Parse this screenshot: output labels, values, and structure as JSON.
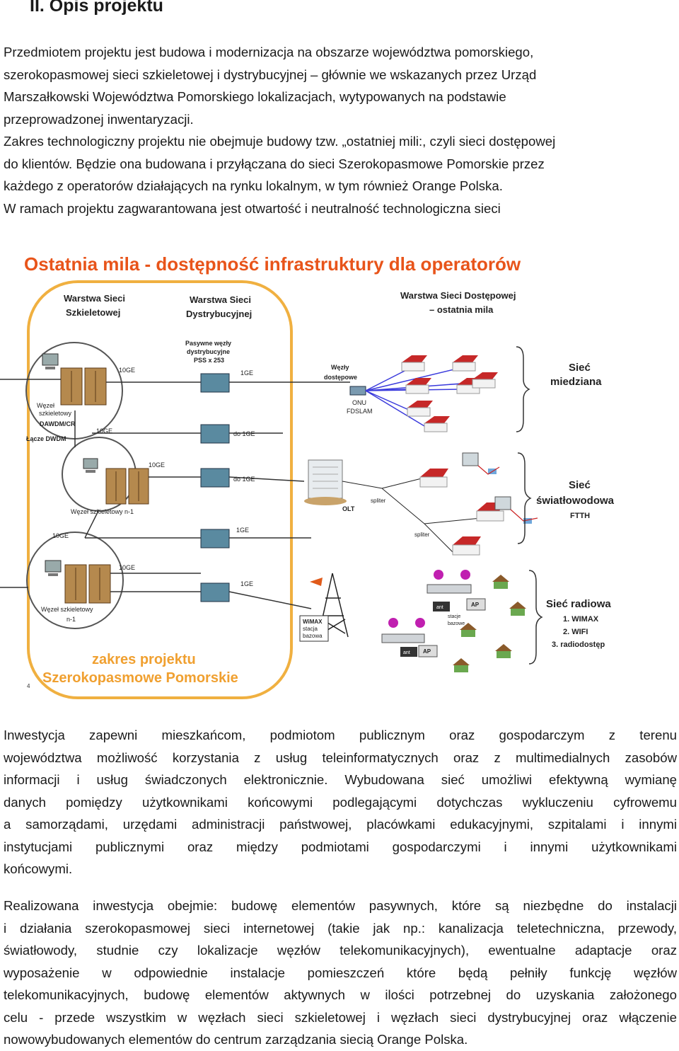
{
  "section": {
    "heading": "II.  Opis projektu"
  },
  "intro": {
    "l1": "Przedmiotem projektu jest budowa i modernizacja na obszarze województwa pomorskiego,",
    "l2": "szerokopasmowej sieci szkieletowej i dystrybucyjnej – głównie we wskazanych przez Urząd",
    "l3": "Marszałkowski Województwa Pomorskiego lokalizacjach, wytypowanych na podstawie",
    "l4": "przeprowadzonej inwentaryzacji.",
    "l5": "Zakres technologiczny projektu nie obejmuje budowy tzw. „ostatniej mili:, czyli sieci dostępowej",
    "l6": "do klientów. Będzie ona budowana i przyłączana do sieci Szerokopasmowe Pomorskie przez",
    "l7": "każdego z operatorów działających na rynku lokalnym, w tym również Orange Polska.",
    "l8": "W ramach projektu zagwarantowana jest otwartość i neutralność technologiczna sieci"
  },
  "diagram": {
    "title": "Ostatnia mila - dostępność infrastruktury  dla operatorów",
    "layer_backbone_1": "Warstwa Sieci",
    "layer_backbone_2": "Szkieletowej",
    "layer_distribution_1": "Warstwa Sieci",
    "layer_distribution_2": "Dystrybucyjnej",
    "layer_access_1": "Warstwa Sieci Dostępowej",
    "layer_access_2": "– ostatnia mila",
    "passive_nodes_1": "Pasywne węzły",
    "passive_nodes_2": "dystrybucyjne",
    "passive_nodes_3": "PSS x 253",
    "access_nodes_1": "Węzły",
    "access_nodes_2": "dostępowe",
    "onu_1": "ONU",
    "onu_2": "FDSLAM",
    "backbone_node_1": "Węzeł",
    "backbone_node_2": "szkieletowy",
    "backbone_node_3": "DAWDM/CR",
    "backbone_node_4": "Łącze DWDM",
    "backbone_node_b": "Węzeł szkieletowy n-1",
    "backbone_node_c_1": "Węzeł szkieletowy",
    "backbone_node_c_2": "n-1",
    "l_10ge": "10GE",
    "l_1ge": "1GE",
    "l_do1ge": "do 1GE",
    "olt": "OLT",
    "splitter": "spliter",
    "wimax_1": "WiMAX",
    "wimax_2": "stacja",
    "wimax_3": "bazowa",
    "ap": "AP",
    "ant": "ant",
    "radio_label_1": "stacje",
    "radio_label_2": "bazowe",
    "copper_1": "Sieć",
    "copper_2": "miedziana",
    "fiber_1": "Sieć",
    "fiber_2": "światłowodowa",
    "fiber_3": "FTTH",
    "radio_1": "Sieć radiowa",
    "radio_2": "1. WIMAX",
    "radio_3": "2. WIFI",
    "radio_4": "3. radiodostęp",
    "scope_1": "zakres projektu",
    "scope_2": "Szerokopasmowe Pomorskie",
    "footnote": "4",
    "title_color": "#e8541a",
    "scope_color": "#f0a030",
    "copper_link_color": "#3a3adc"
  },
  "body2": {
    "l1": "Inwestycja zapewni mieszkańcom, podmiotom publicznym oraz gospodarczym z terenu",
    "l2": "województwa możliwość korzystania z usług teleinformatycznych oraz z multimedialnych zasobów",
    "l3": "informacji i usług świadczonych elektronicznie. Wybudowana sieć umożliwi efektywną wymianę",
    "l4": "danych pomiędzy użytkownikami końcowymi podlegającymi dotychczas wykluczeniu cyfrowemu",
    "l5": "a samorządami, urzędami administracji państwowej, placówkami edukacyjnymi, szpitalami i innymi",
    "l6": "instytucjami publicznymi oraz między podmiotami gospodarczymi i innymi użytkownikami",
    "l7": "końcowymi."
  },
  "body3": {
    "l1": "Realizowana inwestycja obejmie: budowę elementów pasywnych, które są niezbędne do instalacji",
    "l2": "i działania szerokopasmowej sieci internetowej (takie jak np.: kanalizacja teletechniczna, przewody,",
    "l3": "światłowody, studnie czy lokalizacje węzłów telekomunikacyjnych), ewentualne adaptacje oraz",
    "l4": "wyposażenie w odpowiednie instalacje pomieszczeń które będą pełniły funkcję węzłów",
    "l5": "telekomunikacyjnych, budowę elementów aktywnych w ilości potrzebnej do uzyskania założonego",
    "l6": "celu - przede wszystkim w węzłach sieci szkieletowej i węzłach sieci dystrybucyjnej oraz włączenie",
    "l7": "nowowybudowanych elementów do centrum zarządzania siecią Orange Polska."
  }
}
